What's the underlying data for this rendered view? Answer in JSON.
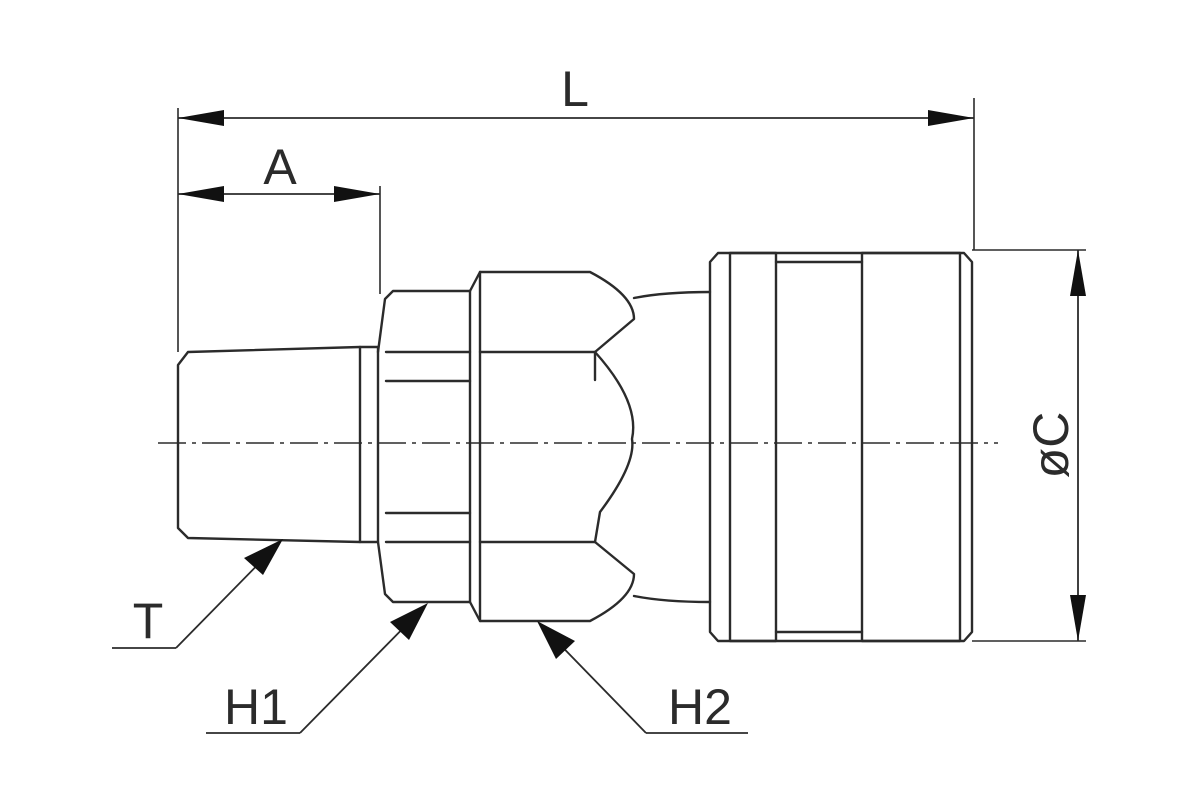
{
  "dimensions": {
    "overall_length": "L",
    "thread_length": "A",
    "diameter": "øC"
  },
  "callouts": {
    "thread": "T",
    "hex1": "H1",
    "hex2": "H2"
  },
  "colors": {
    "line": "#2b2b2b",
    "arrow": "#111111",
    "background": "#ffffff"
  }
}
